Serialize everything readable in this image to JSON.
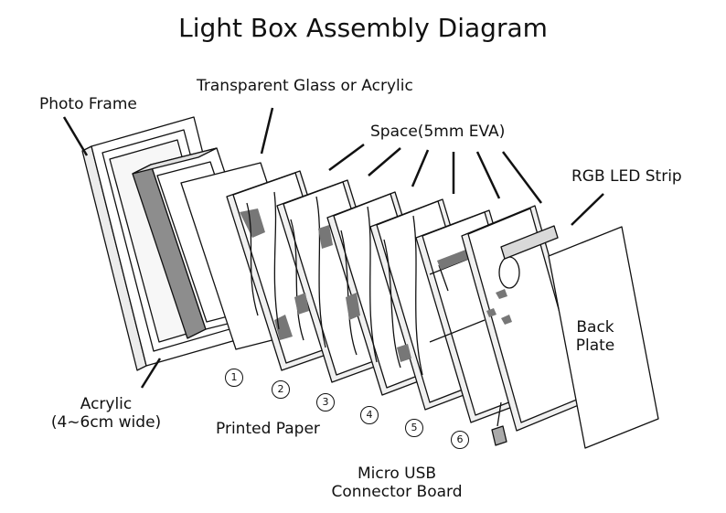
{
  "title": "Light Box Assembly Diagram",
  "labels": {
    "photo_frame": "Photo Frame",
    "glass": "Transparent Glass or Acrylic",
    "space": "Space(5mm EVA)",
    "rgb_led": "RGB LED Strip",
    "acrylic_line1": "Acrylic",
    "acrylic_line2": "(4~6cm wide)",
    "printed_paper": "Printed Paper",
    "back_plate_line1": "Back",
    "back_plate_line2": "Plate",
    "usb_line1": "Micro USB",
    "usb_line2": "Connector Board"
  },
  "layer_numbers": [
    "1",
    "2",
    "3",
    "4",
    "5",
    "6"
  ]
}
